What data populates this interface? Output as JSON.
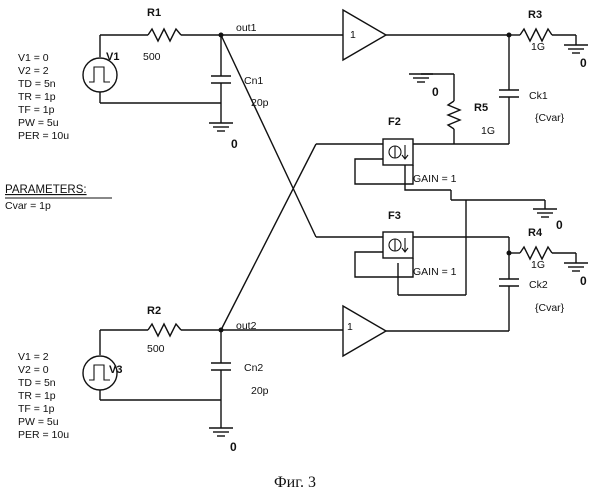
{
  "source1": {
    "ref": "V1",
    "params": [
      "V1 = 0",
      "V2 = 2",
      "TD = 5n",
      "TR = 1p",
      "TF = 1p",
      "PW = 5u",
      "PER = 10u"
    ]
  },
  "source2": {
    "ref": "V3",
    "params": [
      "V1 = 2",
      "V2 = 0",
      "TD = 5n",
      "TR = 1p",
      "TF = 1p",
      "PW = 5u",
      "PER = 10u"
    ]
  },
  "parameters": {
    "header": "PARAMETERS:",
    "entry": "Cvar = 1p"
  },
  "resistors": {
    "r1": {
      "ref": "R1",
      "value": "500"
    },
    "r2": {
      "ref": "R2",
      "value": "500"
    },
    "r3": {
      "ref": "R3",
      "value": "1G"
    },
    "r4": {
      "ref": "R4",
      "value": "1G"
    },
    "r5": {
      "ref": "R5",
      "value": "1G"
    }
  },
  "capacitors": {
    "cn1": {
      "ref": "Cn1",
      "value": "20p"
    },
    "cn2": {
      "ref": "Cn2",
      "value": "20p"
    },
    "ck1": {
      "ref": "Ck1",
      "value": "{Cvar}"
    },
    "ck2": {
      "ref": "Ck2",
      "value": "{Cvar}"
    }
  },
  "buffers": {
    "top_gain": "1",
    "bottom_gain": "1"
  },
  "nets": {
    "out1": "out1",
    "out2": "out2"
  },
  "sources_f": {
    "f2": {
      "ref": "F2",
      "gain": "GAIN = 1"
    },
    "f3": {
      "ref": "F3",
      "gain": "GAIN = 1"
    }
  },
  "ground_label": "0",
  "caption": "Фиг. 3"
}
